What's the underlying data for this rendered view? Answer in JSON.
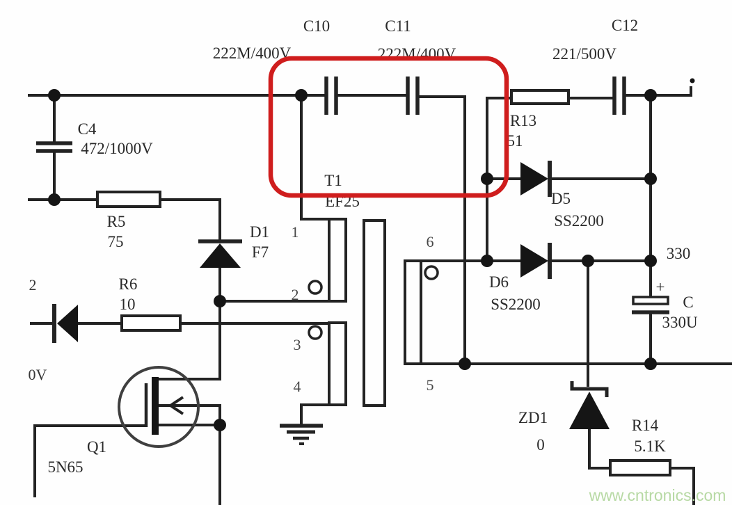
{
  "s": {
    "c10": {
      "ref": "C10",
      "val": "222M/400V"
    },
    "c11": {
      "ref": "C11",
      "val": "222M/400V"
    },
    "c12": {
      "ref": "C12",
      "val": "221/500V"
    },
    "c4": {
      "ref": "C4",
      "val": "472/1000V"
    },
    "r5": {
      "ref": "R5",
      "val": "75"
    },
    "r6": {
      "ref": "R6",
      "val": "10"
    },
    "r13": {
      "ref": "R13",
      "val": "51"
    },
    "r14": {
      "ref": "R14",
      "val": "5.1K"
    },
    "d1": {
      "ref": "D1",
      "val": "F7"
    },
    "d5": {
      "ref": "D5",
      "val": "SS2200"
    },
    "d6": {
      "ref": "D6",
      "val": "SS2200"
    },
    "zd1": {
      "ref": "ZD1",
      "val": "0"
    },
    "q1": {
      "ref": "Q1",
      "val": "5N65"
    },
    "t1": {
      "ref": "T1",
      "val": "EF25"
    },
    "cout": {
      "ref": "C",
      "val": "330U",
      "plus": "+"
    },
    "net330": "330",
    "edge_partial_top": "2",
    "edge_partial_bottom": "0V",
    "pins": {
      "p1": "1",
      "p2": "2",
      "p3": "3",
      "p4": "4",
      "p5": "5",
      "p6": "6"
    },
    "watermark": "www.cntronics.com"
  },
  "colors": {
    "annotation": "#cf1d1d",
    "wire": "#232323",
    "watermark": "#b7d9a4"
  }
}
